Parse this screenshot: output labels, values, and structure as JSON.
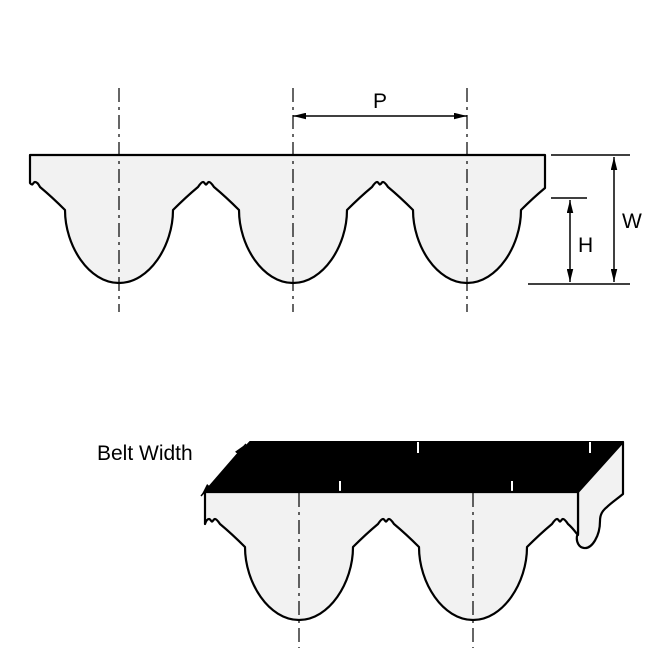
{
  "diagram": {
    "labels": {
      "pitch": "P",
      "belt_height": "W",
      "tooth_height": "H",
      "belt_width": "Belt Width"
    },
    "views": {
      "profile_view_teeth": 3,
      "perspective_view_teeth": 2
    },
    "colors": {
      "line": "#000000",
      "belt_fill": "#f2f2f2",
      "top_surface_fill": "#000000",
      "background": "#ffffff"
    }
  }
}
